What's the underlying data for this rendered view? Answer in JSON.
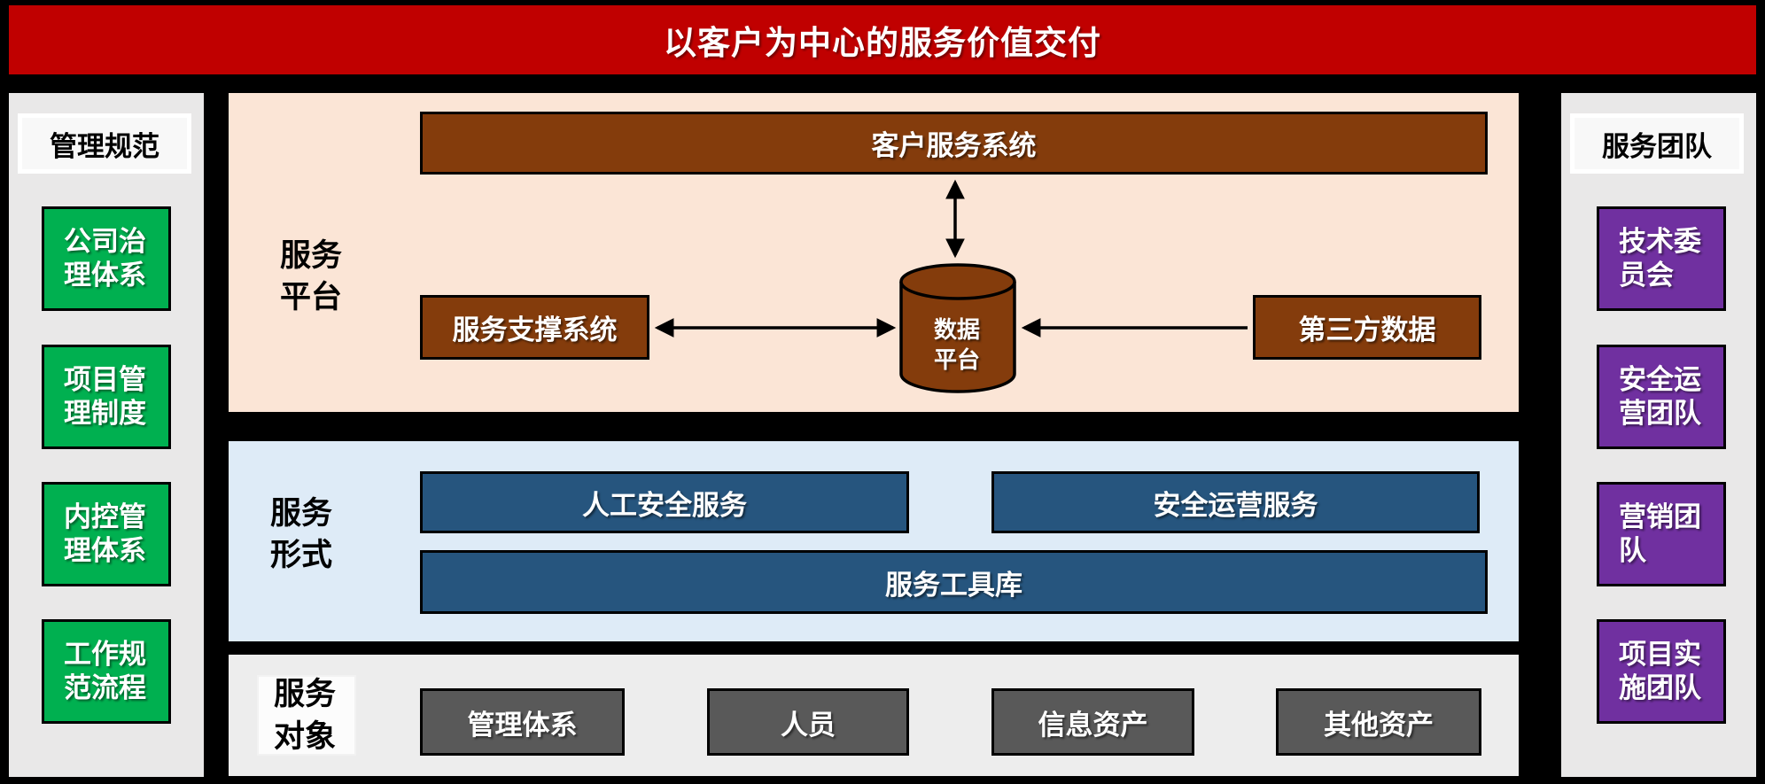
{
  "banner": {
    "title": "以客户为中心的服务价值交付"
  },
  "left_panel": {
    "header": "管理规范",
    "items": [
      "公司治理体系",
      "项目管理制度",
      "内控管理体系",
      "工作规范流程"
    ]
  },
  "right_panel": {
    "header": "服务团队",
    "items": [
      "技术委员会",
      "安全运营团队",
      "营销团队",
      "项目实施团队"
    ]
  },
  "platform": {
    "label": "服务平台",
    "customer_system": "客户服务系统",
    "support_system": "服务支撑系统",
    "third_party": "第三方数据",
    "data_platform": "数据平台"
  },
  "forms": {
    "label": "服务形式",
    "manual_service": "人工安全服务",
    "operation_service": "安全运营服务",
    "toolkit": "服务工具库"
  },
  "objects": {
    "label": "服务对象",
    "items": [
      "管理体系",
      "人员",
      "信息资产",
      "其他资产"
    ]
  },
  "colors": {
    "banner_bg": "#C00000",
    "green_box": "#00B050",
    "purple_box": "#7030A0",
    "brown_box": "#843C0C",
    "dark_blue_box": "#26557E",
    "dark_gray_box": "#595959",
    "platform_panel_bg": "#FBE5D6",
    "forms_panel_bg": "#DEEBF7",
    "objects_panel_bg": "#EDEDED",
    "side_panel_bg": "#E9E8E8"
  }
}
